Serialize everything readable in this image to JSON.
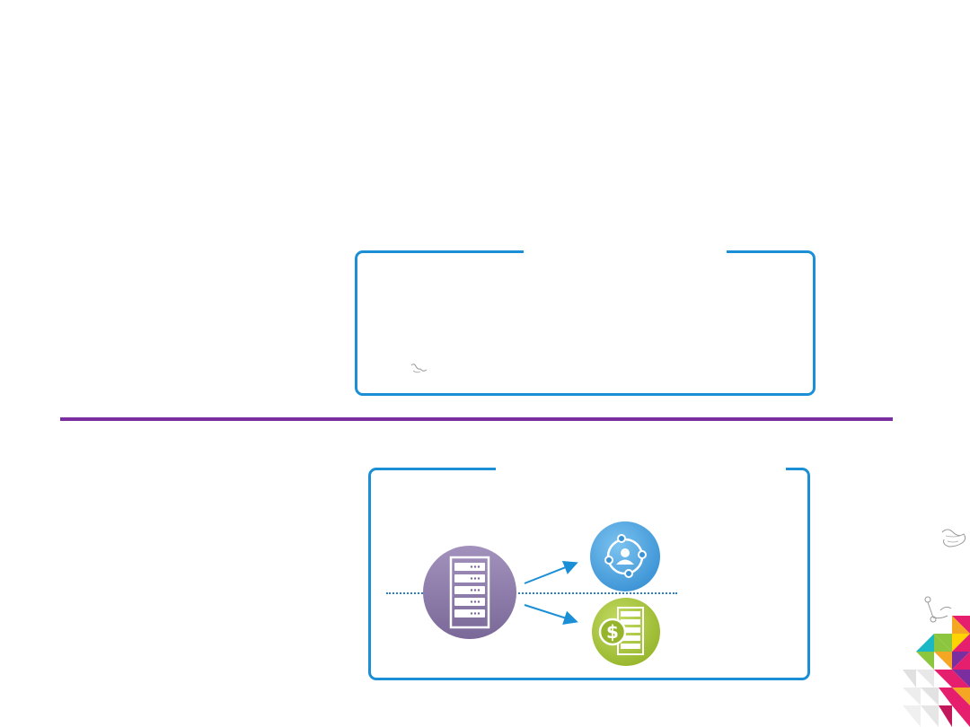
{
  "slide": {
    "background_color": "#ffffff",
    "accent_colors": {
      "frame_border": "#1b8fd6",
      "divider": "#7b2e9f",
      "server_circle": "#8a78a8",
      "network_circle": "#4aa3e0",
      "billing_circle": "#a9c63a",
      "arrow": "#1b8fd6"
    }
  },
  "diagram": {
    "server_icon": "server-rack-icon",
    "network_icon": "user-network-icon",
    "billing_icon": "dollar-billing-icon",
    "arrows": [
      "arrow-to-network",
      "arrow-to-billing"
    ]
  },
  "decorations": {
    "corner_pattern": "triangle-mosaic",
    "colors": [
      "#e61e6e",
      "#f5a623",
      "#8cc63f",
      "#1ab7c4",
      "#7b2e9f",
      "#ffd400"
    ]
  }
}
